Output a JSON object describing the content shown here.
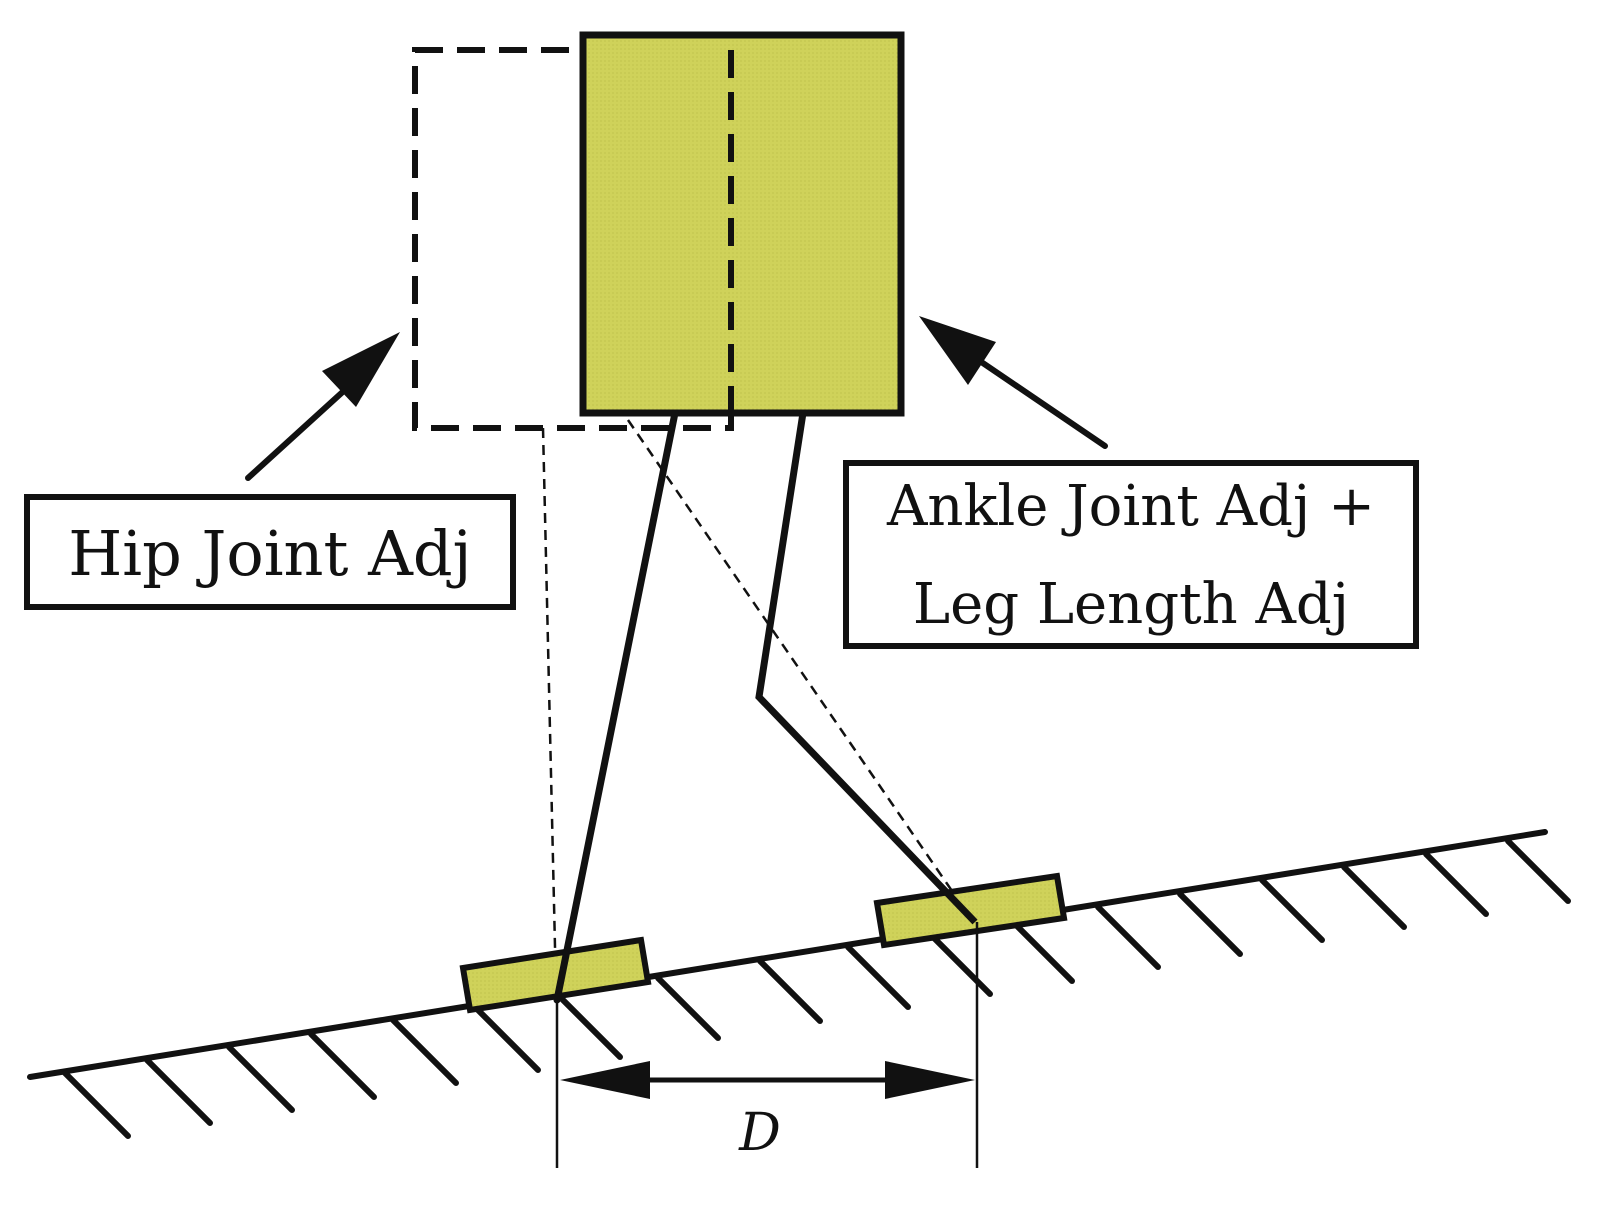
{
  "colors": {
    "fill": "#cfd25a",
    "stroke": "#111111",
    "background": "#ffffff"
  },
  "labels": {
    "hip": "Hip Joint Adj",
    "ankle_line1": "Ankle Joint Adj +",
    "ankle_line2": "Leg Length Adj",
    "distance": "D"
  }
}
